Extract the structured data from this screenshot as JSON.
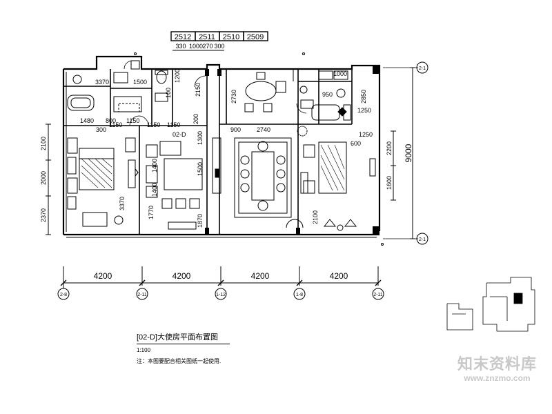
{
  "reference_boxes": [
    "2512",
    "2511",
    "2510",
    "2509"
  ],
  "top_dims": [
    "330",
    "1000",
    "270",
    "300"
  ],
  "room_code": "02-D",
  "left_vertical_dims": [
    "2100",
    "2000",
    "2370"
  ],
  "right_vertical_dims": [
    "2200",
    "1600"
  ],
  "overall_height": "9000",
  "axis_spacing": [
    "4200",
    "4200",
    "4200",
    "4200"
  ],
  "axis_bubbles_bottom": [
    "2-8",
    "2-11",
    "1-12",
    "1-8",
    "2-11"
  ],
  "axis_bubbles_right": [
    "2-1",
    "2-1"
  ],
  "interior_dims": {
    "a": "3370",
    "b": "2150",
    "c": "2730",
    "d": "1500",
    "e": "1000",
    "f": "950",
    "g": "2850",
    "h": "1250",
    "i": "1480",
    "j": "300",
    "k": "800",
    "l": "1150",
    "m": "1150",
    "n": "1150",
    "o": "1300",
    "p": "900",
    "q": "2740",
    "r": "1250",
    "s": "600",
    "t": "3370",
    "u": "1770",
    "v": "1870",
    "w": "2100",
    "x": "1400",
    "y": "1500",
    "z": "1400",
    "aa": "200",
    "ab": "1200",
    "ac": "100",
    "ad": "1150"
  },
  "title": {
    "main": "[02-D]大使房平面布置图",
    "scale": "1:100",
    "note": "注：本图要配合相关图纸一起使用."
  },
  "watermark": {
    "brand": "知末资料库",
    "url": "www.znzmo.com"
  }
}
